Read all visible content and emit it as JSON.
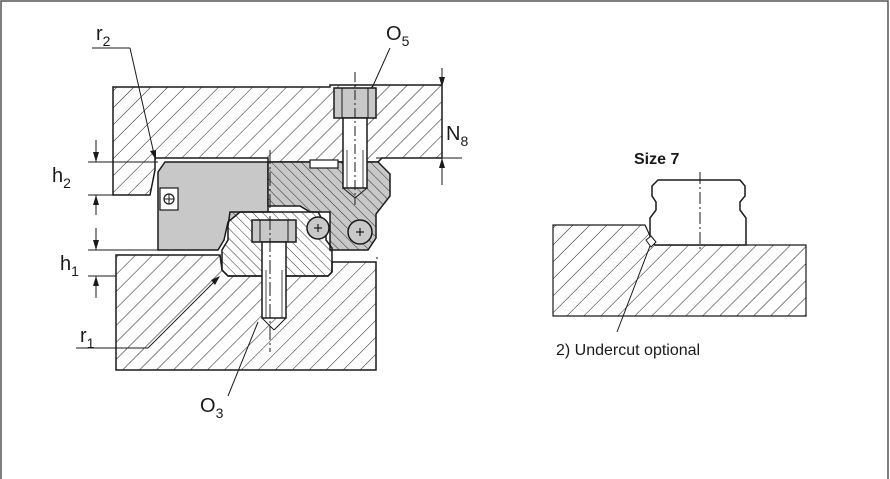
{
  "left_drawing": {
    "labels": {
      "r2": {
        "main": "r",
        "sub": "2"
      },
      "o5": {
        "main": "O",
        "sub": "5"
      },
      "n8": {
        "main": "N",
        "sub": "8"
      },
      "h2": {
        "main": "h",
        "sub": "2"
      },
      "h1": {
        "main": "h",
        "sub": "1"
      },
      "r1": {
        "main": "r",
        "sub": "1"
      },
      "o3": {
        "main": "O",
        "sub": "3"
      }
    }
  },
  "right_drawing": {
    "title": "Size 7",
    "note": "2) Undercut optional"
  },
  "colors": {
    "line": "#1a1a1a",
    "part_gray": "#c8c8c8",
    "frame_border": "#555555"
  }
}
